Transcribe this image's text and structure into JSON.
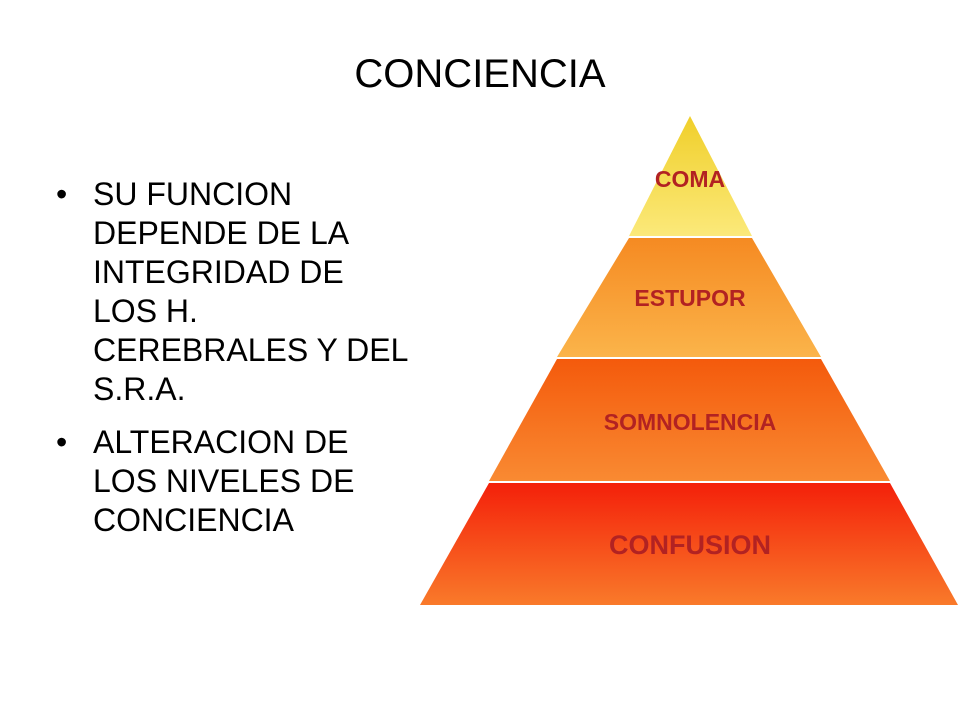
{
  "title": "CONCIENCIA",
  "bullets": [
    "SU FUNCION DEPENDE DE LA INTEGRIDAD DE LOS H. CEREBRALES Y DEL S.R.A.",
    "ALTERACION DE LOS NIVELES DE CONCIENCIA"
  ],
  "bullet_symbol": "•",
  "pyramid": {
    "levels": [
      {
        "label": "COMA",
        "color": "#f5e04a",
        "text_color": "#b22222"
      },
      {
        "label": "ESTUPOR",
        "color": "#f7962e",
        "text_color": "#b22222"
      },
      {
        "label": "SOMNOLENCIA",
        "color": "#f6641a",
        "text_color": "#b22222"
      },
      {
        "label": "CONFUSION",
        "color": "#f5300e",
        "text_color": "#b22222"
      }
    ]
  }
}
